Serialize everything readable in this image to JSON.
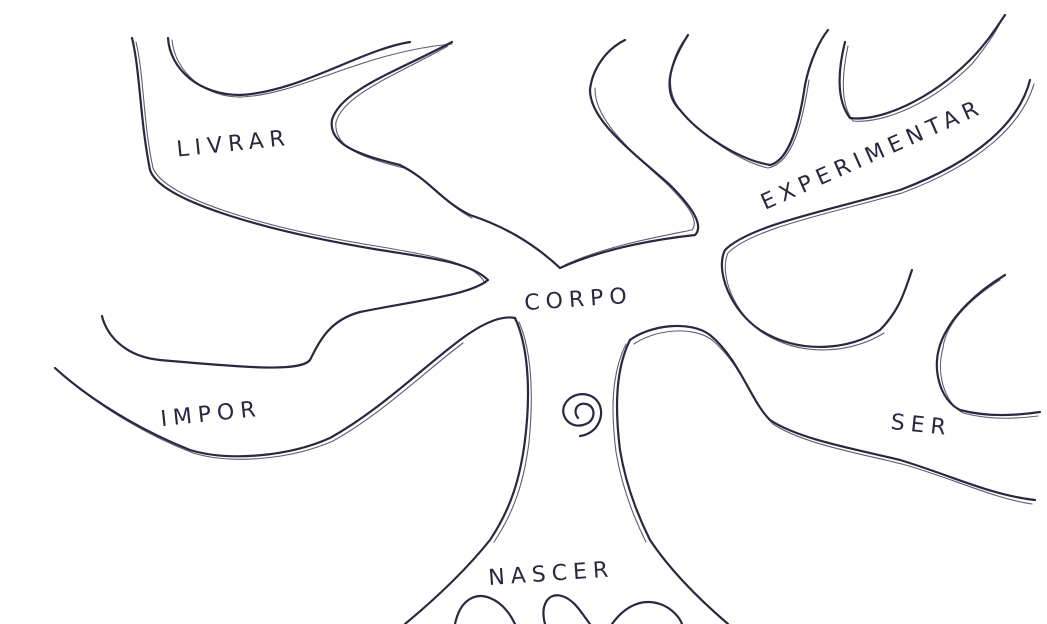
{
  "diagram": {
    "center_word": "CORPO",
    "branches": [
      {
        "key": "livrar",
        "label": "LIVRAR"
      },
      {
        "key": "experimentar",
        "label": "EXPERIMENTAR"
      },
      {
        "key": "impor",
        "label": "IMPOR"
      },
      {
        "key": "ser",
        "label": "SER"
      },
      {
        "key": "nascer",
        "label": "NASCER"
      }
    ]
  },
  "colors": {
    "ink": "#2a2740",
    "paper": "#ffffff"
  }
}
